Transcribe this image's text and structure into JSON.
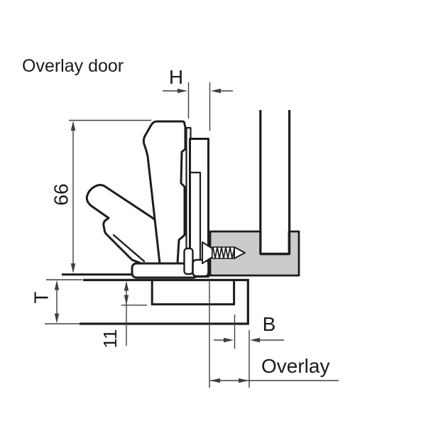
{
  "title": "Overlay door",
  "labels": {
    "h": "H",
    "arm_height": "66",
    "door_thickness": "T",
    "cup_depth": "11",
    "b": "B",
    "overlay": "Overlay"
  },
  "colors": {
    "line": "#1d1d1b",
    "dim": "#3f3f3f",
    "text": "#1a1a1a",
    "panel_fill": "#cbcbcb",
    "background": "#ffffff"
  }
}
